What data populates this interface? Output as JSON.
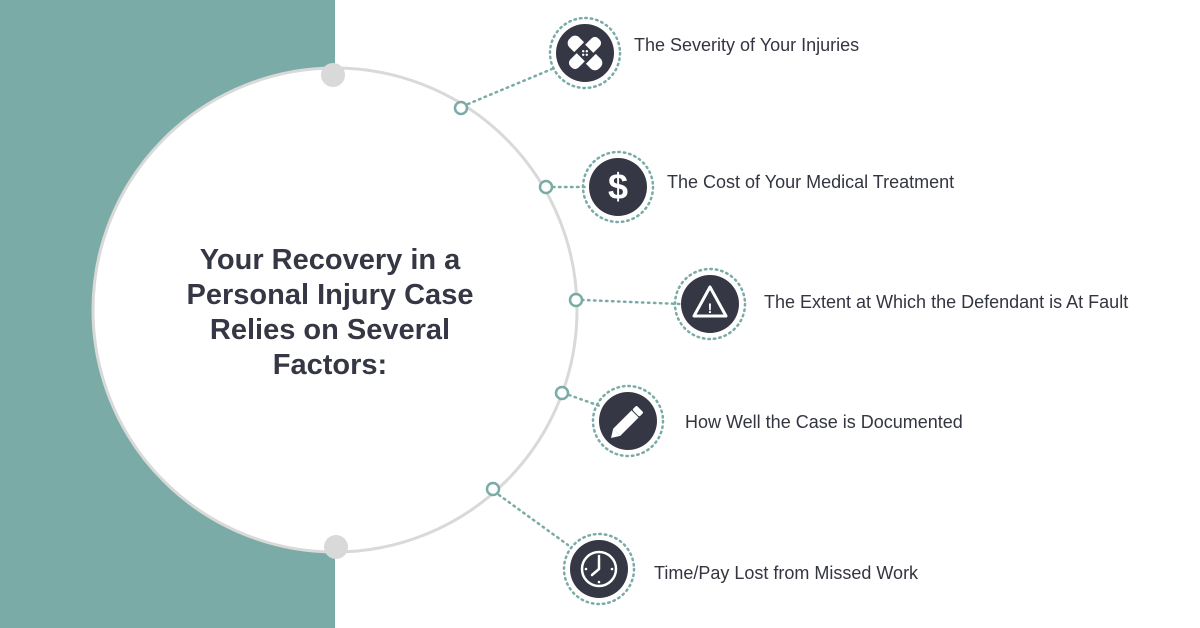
{
  "headline": {
    "lines": [
      "Your Recovery in a",
      "Personal Injury Case",
      "Relies on Several",
      "Factors:"
    ]
  },
  "factors": [
    {
      "label": "The Severity of Your Injuries",
      "icon": "bandage-icon"
    },
    {
      "label": "The Cost of Your Medical Treatment",
      "icon": "dollar-icon"
    },
    {
      "label": "The Extent at Which the Defendant is At Fault",
      "icon": "warning-icon"
    },
    {
      "label": "How Well the Case is Documented",
      "icon": "pencil-icon"
    },
    {
      "label": "Time/Pay Lost from Missed Work",
      "icon": "clock-icon"
    }
  ],
  "dollar_symbol": "$",
  "warning_symbol": "!",
  "colors": {
    "teal": "#7aaba6",
    "dark": "#353844",
    "ring": "#d9d9d9",
    "connector": "#7aaba6",
    "text": "#333540",
    "background": "#ffffff"
  }
}
